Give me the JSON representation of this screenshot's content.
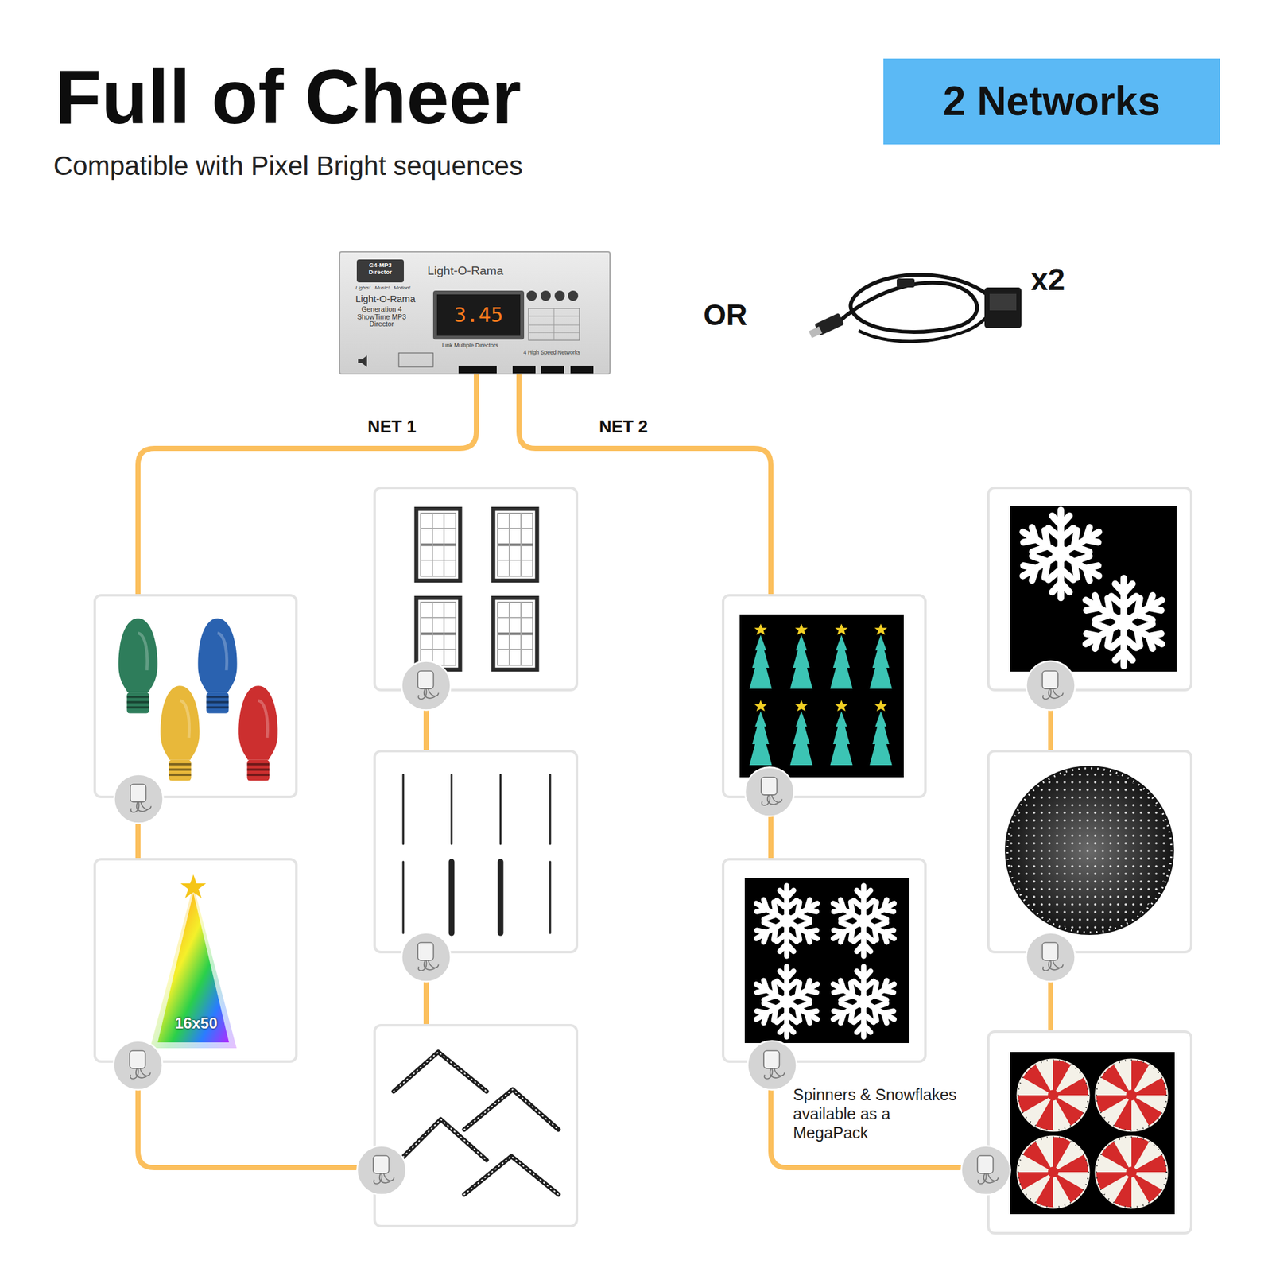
{
  "diagram": {
    "title": "Full of Cheer",
    "caption": "Compatible with Pixel Bright sequences",
    "nodes": [
      {
        "text": [
          "2 Networks"
        ]
      },
      {
        "text": [
          "G4-MP3 Director",
          "Light-O-Rama",
          "Lights! ..Music! ..Motion!",
          "Light-O-Rama",
          "Generation 4 ShowTime MP3 Director",
          "3.45",
          "Link Multiple Directors",
          "4 High Speed Networks"
        ]
      },
      {
        "text": []
      },
      {
        "text": []
      },
      {
        "text": []
      },
      {
        "text": []
      },
      {
        "text": []
      },
      {
        "text": []
      },
      {
        "text": [
          "16x50"
        ]
      },
      {
        "text": []
      },
      {
        "text": []
      },
      {
        "text": []
      }
    ],
    "edges": [
      {
        "from": 1,
        "to": 4,
        "label": "NET 1",
        "arrow": "none"
      },
      {
        "from": 4,
        "to": 8,
        "arrow": "none"
      },
      {
        "from": 8,
        "to": 10,
        "arrow": "none"
      },
      {
        "from": 10,
        "to": 6,
        "arrow": "none"
      },
      {
        "from": 6,
        "to": 2,
        "arrow": "none"
      },
      {
        "from": 1,
        "to": 5,
        "label": "NET 2",
        "arrow": "none"
      },
      {
        "from": 5,
        "to": 9,
        "arrow": "none"
      },
      {
        "from": 9,
        "to": 11,
        "arrow": "none"
      },
      {
        "from": 11,
        "to": 7,
        "arrow": "none"
      },
      {
        "from": 7,
        "to": 3,
        "arrow": "none"
      }
    ],
    "labels": [
      "OR",
      "x2",
      "Spinners & Snowflakes available as a MegaPack"
    ]
  }
}
